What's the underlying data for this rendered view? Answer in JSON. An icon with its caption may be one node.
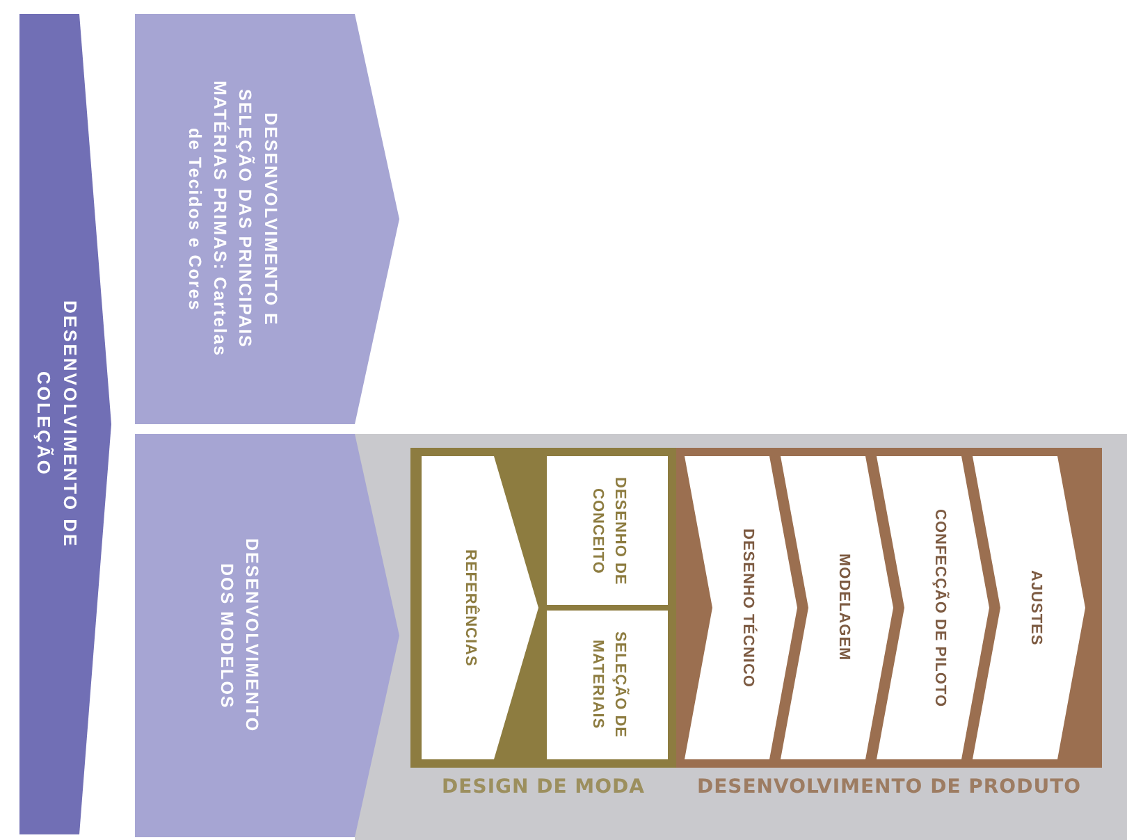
{
  "diagram": {
    "nodes": [
      {
        "text": [
          "DESENVOLVIMENTO DE COLEÇÃO"
        ]
      },
      {
        "text": [
          "DESENVOLVIMENTO E SELEÇÃO DAS PRINCIPAIS MATÉRIAS PRIMAS: Cartelas de Tecidos e Cores"
        ]
      },
      {
        "text": [
          "DESENVOLVIMENTO DOS MODELOS"
        ]
      },
      {
        "text": [
          "DESIGN DE MODA"
        ]
      },
      {
        "text": [
          "DESENVOLVIMENTO DE PRODUTO"
        ]
      },
      {
        "text": [
          "REFERÊNCIAS"
        ],
        "in": 3
      },
      {
        "text": [
          "DESENHO DE CONCEITO"
        ],
        "in": 3
      },
      {
        "text": [
          "SELEÇÃO DE MATERIAIS"
        ],
        "in": 3
      },
      {
        "text": [
          "DESENHO TÉCNICO"
        ],
        "in": 4
      },
      {
        "text": [
          "MODELAGEM"
        ],
        "in": 4
      },
      {
        "text": [
          "CONFECÇÃO DE PILOTO"
        ],
        "in": 4
      },
      {
        "text": [
          "AJUSTES"
        ],
        "in": 4
      }
    ]
  }
}
